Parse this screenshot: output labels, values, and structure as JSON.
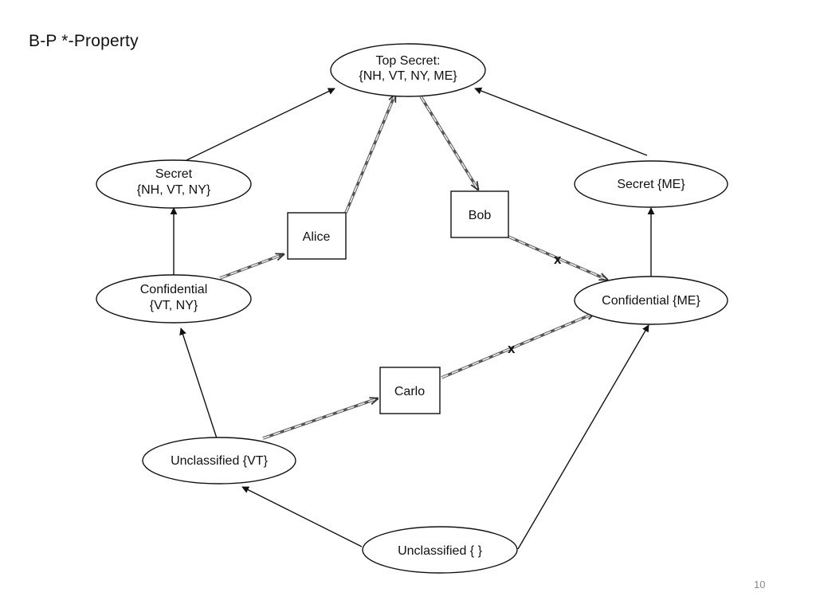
{
  "slide": {
    "title": "B-P *-Property",
    "page_number": "10"
  },
  "nodes": {
    "top_secret": {
      "line1": "Top Secret:",
      "line2": "{NH, VT, NY, ME}"
    },
    "secret_nh_vt_ny": {
      "line1": "Secret",
      "line2": "{NH, VT, NY}"
    },
    "secret_me": {
      "line1": "Secret {ME}"
    },
    "confidential_vt_ny": {
      "line1": "Confidential",
      "line2": "{VT, NY}"
    },
    "confidential_me": {
      "line1": "Confidential {ME}"
    },
    "unclassified_vt": {
      "line1": "Unclassified {VT}"
    },
    "unclassified_empty": {
      "line1": "Unclassified { }"
    }
  },
  "subjects": {
    "alice": "Alice",
    "bob": "Bob",
    "carlo": "Carlo"
  },
  "marks": {
    "bob_blocked": "x",
    "carlo_blocked": "x"
  }
}
